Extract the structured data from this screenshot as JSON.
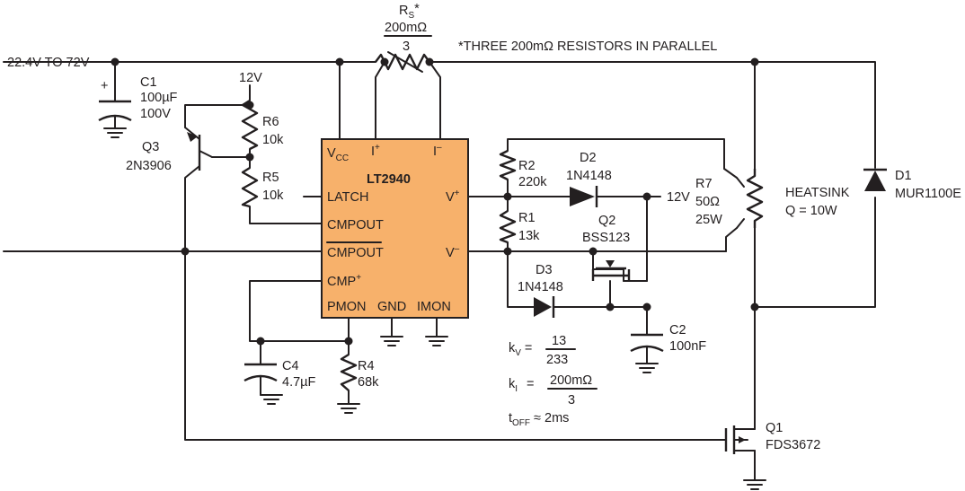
{
  "supply": {
    "label": "22.4V TO 72V"
  },
  "note": "*THREE 200mΩ RESISTORS IN PARALLEL",
  "ic": {
    "name": "LT2940",
    "pins": {
      "vcc_main": "V",
      "vcc_sub": "CC",
      "iplus_main": "I",
      "iplus_sup": "+",
      "iminus_main": "I",
      "iminus_sup": "–",
      "latch": "LATCH",
      "cmpout": "CMPOUT",
      "cmpout_bar": "CMPOUT",
      "cmpplus_main": "CMP",
      "cmpplus_sup": "+",
      "pmon": "PMON",
      "gnd": "GND",
      "imon": "IMON",
      "vplus_main": "V",
      "vplus_sup": "+",
      "vminus_main": "V",
      "vminus_sup": "–"
    }
  },
  "components": {
    "rs": {
      "name_main": "R",
      "name_sub": "S",
      "name_star": "*",
      "value_num": "200mΩ",
      "value_den": "3"
    },
    "c1": {
      "name": "C1",
      "value": "100µF",
      "voltage": "100V"
    },
    "r6": {
      "name": "R6",
      "value": "10k"
    },
    "r5": {
      "name": "R5",
      "value": "10k"
    },
    "q3": {
      "name": "Q3",
      "part": "2N3906"
    },
    "r2": {
      "name": "R2",
      "value": "220k"
    },
    "r1": {
      "name": "R1",
      "value": "13k"
    },
    "d2": {
      "name": "D2",
      "part": "1N4148"
    },
    "q2": {
      "name": "Q2",
      "part": "BSS123"
    },
    "d3": {
      "name": "D3",
      "part": "1N4148"
    },
    "c2": {
      "name": "C2",
      "value": "100nF"
    },
    "r7": {
      "name": "R7",
      "value": "50Ω",
      "power": "25W"
    },
    "heatsink": {
      "label": "HEATSINK",
      "q": "Q = 10W"
    },
    "d1": {
      "name": "D1",
      "part": "MUR1100E"
    },
    "c4": {
      "name": "C4",
      "value": "4.7µF"
    },
    "r4": {
      "name": "R4",
      "value": "68k"
    },
    "q1": {
      "name": "Q1",
      "part": "FDS3672"
    }
  },
  "rails": {
    "v12_top": "12V",
    "v12_right": "12V"
  },
  "formulas": {
    "kv_main": "k",
    "kv_sub": "V",
    "kv_eq": "=",
    "kv_num": "13",
    "kv_den": "233",
    "ki_main": "k",
    "ki_sub": "I",
    "ki_eq": "=",
    "ki_num": "200mΩ",
    "ki_den": "3",
    "toff_main": "t",
    "toff_sub": "OFF",
    "toff_rest": "≈ 2ms"
  }
}
